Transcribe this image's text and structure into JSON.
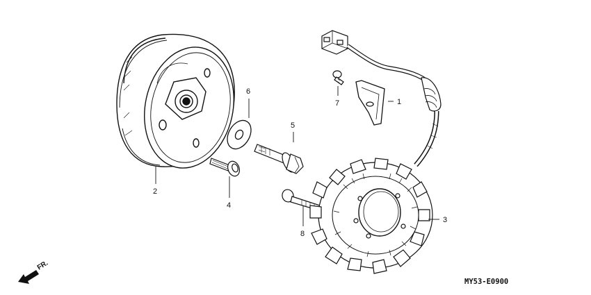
{
  "diagram": {
    "callouts": {
      "c1": "1",
      "c2": "2",
      "c3": "3",
      "c4": "4",
      "c5": "5",
      "c6": "6",
      "c7": "7",
      "c8": "8"
    },
    "front_marker": "FR.",
    "drawing_code": "MY53-E0900"
  }
}
